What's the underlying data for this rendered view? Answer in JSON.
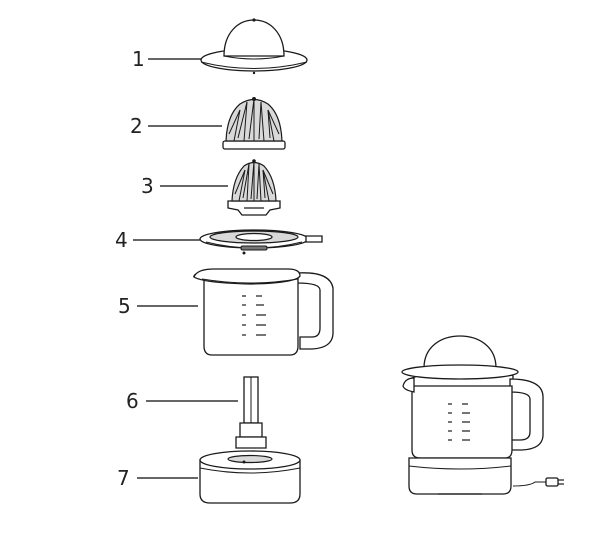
{
  "labels": [
    "1",
    "2",
    "3",
    "4",
    "5",
    "6",
    "7"
  ],
  "colors": {
    "stroke": "#1a1a1a",
    "fill": "#ffffff",
    "shade": "#d9d9d9",
    "dark": "#777777",
    "leader": "#333333"
  }
}
